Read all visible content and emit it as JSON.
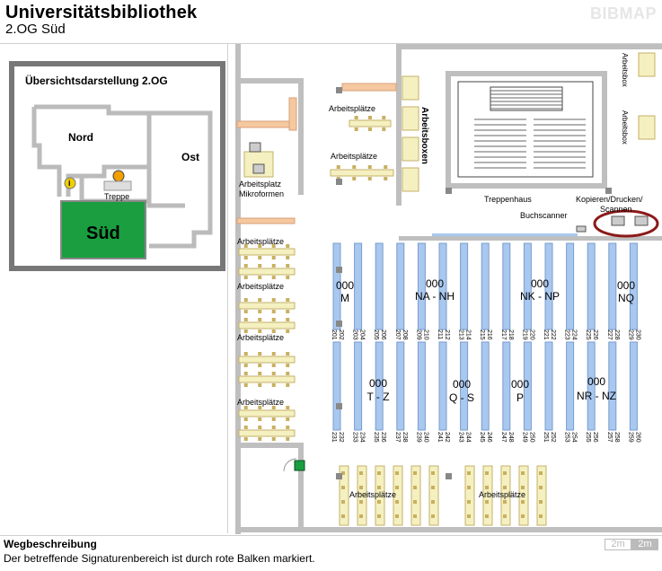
{
  "header": {
    "title": "Universitätsbibliothek",
    "subtitle": "2.OG Süd",
    "logo": "BIBMAP"
  },
  "overview": {
    "title": "Übersichtsdarstellung 2.OG",
    "areas": {
      "nord": "Nord",
      "ost": "Ost",
      "sued": "Süd",
      "treppe": "Treppe"
    },
    "highlight_color": "#1a9e40"
  },
  "floor": {
    "labels": {
      "arbeitsplaetze": "Arbeitsplätze",
      "arbeitsboxen": "Arbeitsboxen",
      "arbeitsbox": "Arbeitsbox",
      "mikro_1": "Arbeitsplatz",
      "mikro_2": "Mikroformen",
      "treppenhaus": "Treppenhaus",
      "buchscanner": "Buchscanner",
      "kopierer_1": "Kopieren/Drucken/",
      "kopierer_2": "Scannen"
    },
    "signatures_top": [
      {
        "top": "000",
        "bottom": "M"
      },
      {
        "top": "000",
        "bottom": "NA - NH"
      },
      {
        "top": "000",
        "bottom": "NK - NP"
      },
      {
        "top": "000",
        "bottom": "NQ"
      }
    ],
    "signatures_bottom": [
      {
        "top": "000",
        "bottom": "T - Z"
      },
      {
        "top": "000",
        "bottom": "Q - S"
      },
      {
        "top": "000",
        "bottom": "P"
      },
      {
        "top": "000",
        "bottom": "NR - NZ"
      }
    ],
    "shelf_numbers_top": [
      "201",
      "202",
      "203",
      "204",
      "205",
      "206",
      "207",
      "208",
      "209",
      "210",
      "211",
      "212",
      "213",
      "214",
      "215",
      "216",
      "217",
      "218",
      "219",
      "220",
      "221",
      "222",
      "223",
      "224",
      "225",
      "226",
      "227",
      "228",
      "229",
      "230"
    ],
    "shelf_numbers_bottom": [
      "231",
      "232",
      "233",
      "234",
      "235",
      "236",
      "237",
      "238",
      "239",
      "240",
      "241",
      "242",
      "243",
      "244",
      "245",
      "246",
      "247",
      "248",
      "249",
      "250",
      "251",
      "252",
      "253",
      "254",
      "255",
      "256",
      "257",
      "258",
      "259",
      "260"
    ],
    "colors": {
      "shelf": "#a9c8ef",
      "desk": "#f5f0c0",
      "orange": "#f5c8a0",
      "highlight": "#8b1a1a"
    }
  },
  "footer": {
    "heading": "Wegbeschreibung",
    "description": "Der betreffende Signaturenbereich ist durch rote Balken markiert.",
    "scale_light": "2m",
    "scale_dark": "2m"
  }
}
